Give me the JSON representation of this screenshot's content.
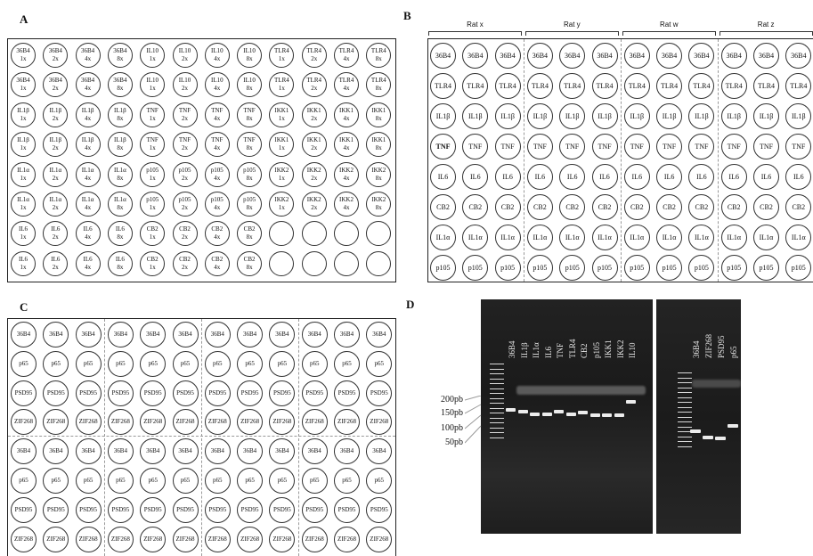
{
  "panels": {
    "A": "A",
    "B": "B",
    "C": "C",
    "D": "D"
  },
  "panelA": {
    "rows": [
      [
        [
          "36B4",
          "1x"
        ],
        [
          "36B4",
          "2x"
        ],
        [
          "36B4",
          "4x"
        ],
        [
          "36B4",
          "8x"
        ],
        [
          "IL10",
          "1x"
        ],
        [
          "IL10",
          "2x"
        ],
        [
          "IL10",
          "4x"
        ],
        [
          "IL10",
          "8x"
        ],
        [
          "TLR4",
          "1x"
        ],
        [
          "TLR4",
          "2x"
        ],
        [
          "TLR4",
          "4x"
        ],
        [
          "TLR4",
          "8x"
        ]
      ],
      [
        [
          "36B4",
          "1x"
        ],
        [
          "36B4",
          "2x"
        ],
        [
          "36B4",
          "4x"
        ],
        [
          "36B4",
          "8x"
        ],
        [
          "IL10",
          "1x"
        ],
        [
          "IL10",
          "2x"
        ],
        [
          "IL10",
          "4x"
        ],
        [
          "IL10",
          "8x"
        ],
        [
          "TLR4",
          "1x"
        ],
        [
          "TLR4",
          "2x"
        ],
        [
          "TLR4",
          "4x"
        ],
        [
          "TLR4",
          "8x"
        ]
      ],
      [
        [
          "IL1β",
          "1x"
        ],
        [
          "IL1β",
          "2x"
        ],
        [
          "IL1β",
          "4x"
        ],
        [
          "IL1β",
          "8x"
        ],
        [
          "TNF",
          "1x"
        ],
        [
          "TNF",
          "2x"
        ],
        [
          "TNF",
          "4x"
        ],
        [
          "TNF",
          "8x"
        ],
        [
          "IKK1",
          "1x"
        ],
        [
          "IKK1",
          "2x"
        ],
        [
          "IKK1",
          "4x"
        ],
        [
          "IKK1",
          "8x"
        ]
      ],
      [
        [
          "IL1β",
          "1x"
        ],
        [
          "IL1β",
          "2x"
        ],
        [
          "IL1β",
          "4x"
        ],
        [
          "IL1β",
          "8x"
        ],
        [
          "TNF",
          "1x"
        ],
        [
          "TNF",
          "2x"
        ],
        [
          "TNF",
          "4x"
        ],
        [
          "TNF",
          "8x"
        ],
        [
          "IKK1",
          "1x"
        ],
        [
          "IKK1",
          "2x"
        ],
        [
          "IKK1",
          "4x"
        ],
        [
          "IKK1",
          "8x"
        ]
      ],
      [
        [
          "IL1α",
          "1x"
        ],
        [
          "IL1α",
          "2x"
        ],
        [
          "IL1α",
          "4x"
        ],
        [
          "IL1α",
          "8x"
        ],
        [
          "p105",
          "1x"
        ],
        [
          "p105",
          "2x"
        ],
        [
          "p105",
          "4x"
        ],
        [
          "p105",
          "8x"
        ],
        [
          "IKK2",
          "1x"
        ],
        [
          "IKK2",
          "2x"
        ],
        [
          "IKK2",
          "4x"
        ],
        [
          "IKK2",
          "8x"
        ]
      ],
      [
        [
          "IL1α",
          "1x"
        ],
        [
          "IL1α",
          "2x"
        ],
        [
          "IL1α",
          "4x"
        ],
        [
          "IL1α",
          "8x"
        ],
        [
          "p105",
          "1x"
        ],
        [
          "p105",
          "2x"
        ],
        [
          "p105",
          "4x"
        ],
        [
          "p105",
          "8x"
        ],
        [
          "IKK2",
          "1x"
        ],
        [
          "IKK2",
          "2x"
        ],
        [
          "IKK2",
          "4x"
        ],
        [
          "IKK2",
          "8x"
        ]
      ],
      [
        [
          "IL6",
          "1x"
        ],
        [
          "IL6",
          "2x"
        ],
        [
          "IL6",
          "4x"
        ],
        [
          "IL6",
          "8x"
        ],
        [
          "CB2",
          "1x"
        ],
        [
          "CB2",
          "2x"
        ],
        [
          "CB2",
          "4x"
        ],
        [
          "CB2",
          "8x"
        ],
        [
          "",
          ""
        ],
        [
          "",
          ""
        ],
        [
          "",
          ""
        ],
        [
          "",
          ""
        ]
      ],
      [
        [
          "IL6",
          "1x"
        ],
        [
          "IL6",
          "2x"
        ],
        [
          "IL6",
          "4x"
        ],
        [
          "IL6",
          "8x"
        ],
        [
          "CB2",
          "1x"
        ],
        [
          "CB2",
          "2x"
        ],
        [
          "CB2",
          "4x"
        ],
        [
          "CB2",
          "8x"
        ],
        [
          "",
          ""
        ],
        [
          "",
          ""
        ],
        [
          "",
          ""
        ],
        [
          "",
          ""
        ]
      ]
    ]
  },
  "panelB": {
    "rats": [
      "Rat x",
      "Rat y",
      "Rat w",
      "Rat z"
    ],
    "rows": [
      "36B4",
      "TLR4",
      "IL1β",
      "TNF",
      "IL6",
      "CB2",
      "IL1α",
      "p105"
    ]
  },
  "panelC": {
    "rows": [
      "36B4",
      "p65",
      "PSD95",
      "ZIF268",
      "36B4",
      "p65",
      "PSD95",
      "ZIF268"
    ]
  },
  "panelD": {
    "lanes_left": [
      "36B4",
      "IL1β",
      "IL1α",
      "IL6",
      "TNF",
      "TLR4",
      "CB2",
      "p105",
      "IKK1",
      "IKK2",
      "IL10"
    ],
    "lanes_right": [
      "36B4",
      "ZIF268",
      "PSD95",
      "p65"
    ],
    "markers": [
      "200pb",
      "150pb",
      "100pb",
      "50pb"
    ]
  }
}
